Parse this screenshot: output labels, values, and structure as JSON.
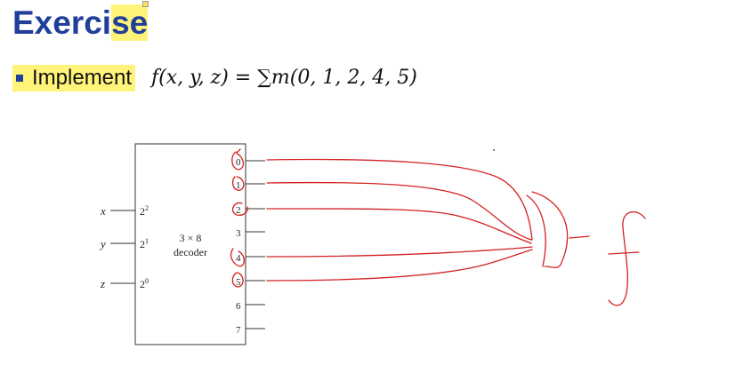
{
  "slide": {
    "title_main": "Exerci",
    "title_highlight": "se",
    "bullet_label": "Implement",
    "bullet_math": "f(x, y, z) = ∑m(0, 1, 2, 4, 5)"
  },
  "decoder": {
    "name_line1": "3 × 8",
    "name_line2": "decoder",
    "inputs": [
      {
        "var": "x",
        "pin": "2",
        "exp": "2"
      },
      {
        "var": "y",
        "pin": "2",
        "exp": "1"
      },
      {
        "var": "z",
        "pin": "2",
        "exp": "0"
      }
    ],
    "outputs": [
      "0",
      "1",
      "2",
      "3",
      "4",
      "5",
      "6",
      "7"
    ]
  },
  "annotation": {
    "output_label": "f",
    "ink_color": "#d42020"
  }
}
